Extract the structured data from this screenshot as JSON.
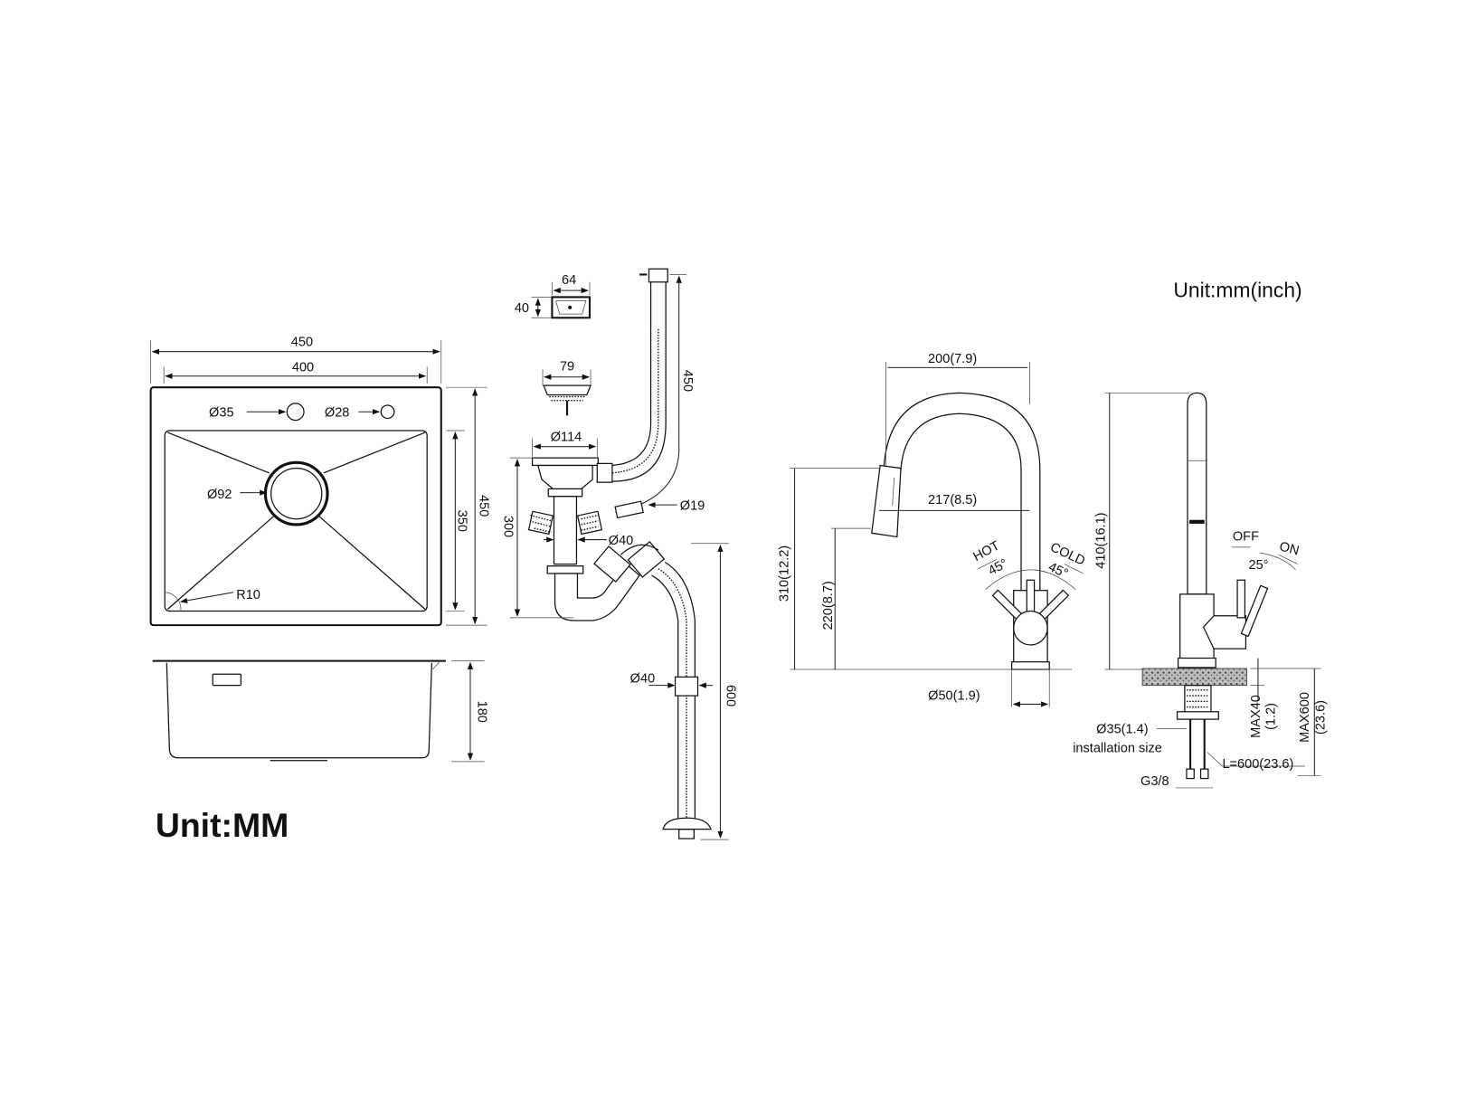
{
  "sink_top": {
    "width_outer": "450",
    "width_inner": "400",
    "height_inner": "350",
    "height_outer": "450",
    "hole_1": "Ø35",
    "hole_2": "Ø28",
    "drain": "Ø92",
    "radius": "R10"
  },
  "sink_side": {
    "depth": "180"
  },
  "unit_left": "Unit:MM",
  "drain_kit": {
    "overflow_width": "64",
    "overflow_height": "40",
    "strainer_dia": "79",
    "flange_dia": "Ø114",
    "overflow_hose_len": "450",
    "drain_height": "300",
    "connector_dia": "Ø19",
    "pipe_dia": "Ø40",
    "outlet_dia": "Ø40",
    "outlet_len": "600"
  },
  "faucet_front": {
    "reach": "200(7.9)",
    "spout_reach": "217(8.5)",
    "height": "310(12.2)",
    "spout_height": "220(8.7)",
    "hot": "HOT",
    "cold": "COLD",
    "hot_angle": "45°",
    "cold_angle": "45°",
    "base_dia": "Ø50(1.9)"
  },
  "faucet_side": {
    "height": "410(16.1)",
    "off": "OFF",
    "on": "ON",
    "angle": "25°",
    "hole_dia": "Ø35(1.4)",
    "install_label": "installation size",
    "hose_len": "L=600(23.6)",
    "thread": "G3/8",
    "max40": "MAX40",
    "max40_in": "(1.2)",
    "max600": "MAX600",
    "max600_in": "(23.6)"
  },
  "unit_right": "Unit:mm(inch)"
}
